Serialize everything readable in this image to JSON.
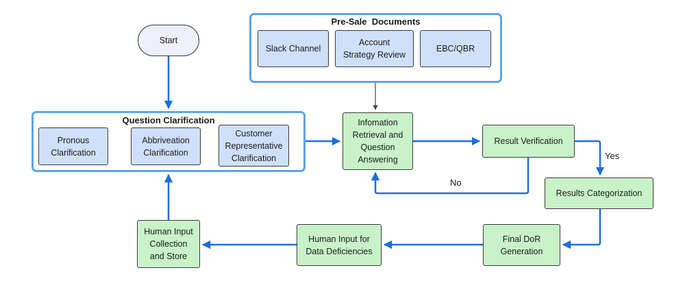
{
  "colors": {
    "group_border": "#5aa5ee",
    "blue_fill": "#cfe0fb",
    "green_fill": "#c9f2c9",
    "start_fill": "#eef0fd",
    "flow_arrow": "#1c6fdc",
    "gray_arrow": "#444444"
  },
  "groups": {
    "presale": "Pre-Sale  Documents",
    "clarification": "Question Clarification"
  },
  "nodes": {
    "start": "Start",
    "slack": "Slack Channel",
    "account": "Account\nStrategy Review",
    "ebc": "EBC/QBR",
    "pronous": "Pronous\nClarification",
    "abbrev": "Abbriveation\nClarification",
    "customer": "Customer\nRepresentative\nClarification",
    "retrieval": "Infomation\nRetrieval and\nQuestion\nAnswering",
    "verification": "Result Verification",
    "categorization": "Results Categorization",
    "final": "Final DoR\nGeneration",
    "deficiencies": "Human Input for\nData Deficiencies",
    "collection": "Human Input\nCollection\nand Store"
  },
  "edge_labels": {
    "yes": "Yes",
    "no": "No"
  }
}
